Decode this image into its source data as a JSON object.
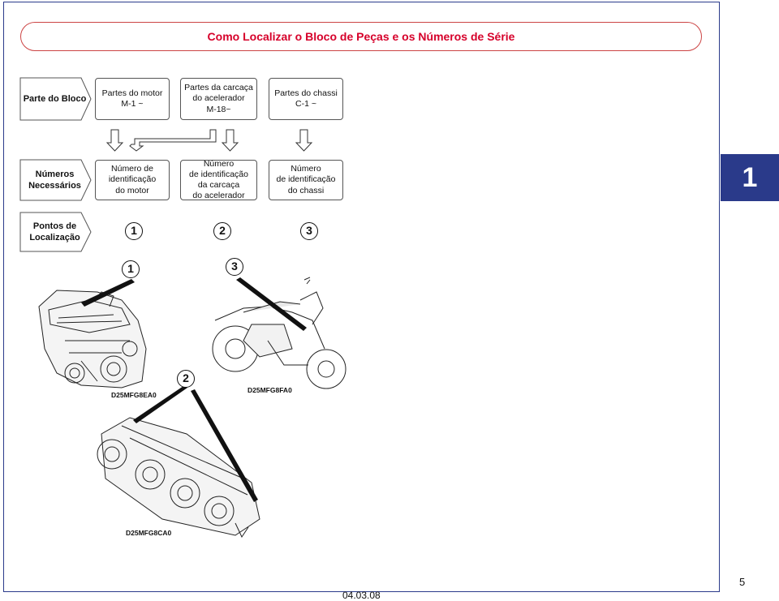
{
  "title": "Como Localizar o Bloco de Peças e os Números de Série",
  "rows": {
    "block": {
      "label": "Parte do Bloco",
      "cells": [
        "Partes do motor\nM-1 ~",
        "Partes da carcaça\ndo acelerador\nM-18~",
        "Partes do chassi\nC-1 ~"
      ]
    },
    "numbers": {
      "label": "Números\nNecessários",
      "cells": [
        "Número de\nidentificação\ndo motor",
        "Número\nde identificação\nda carcaça\ndo acelerador",
        "Número\nde identificação\ndo chassi"
      ]
    },
    "locations": {
      "label": "Pontos de\nLocalização",
      "markers": [
        "1",
        "2",
        "3"
      ]
    }
  },
  "diagram": {
    "engine_code": "D25MFG8EA0",
    "motorcycle_code": "D25MFG8FA0",
    "throttle_code": "D25MFG8CA0",
    "engine_marker": "1",
    "motorcycle_marker": "3",
    "throttle_marker": "2"
  },
  "chapter_tab": "1",
  "footer": {
    "date": "04.03.08",
    "page": "5"
  },
  "colors": {
    "title": "#d6002a",
    "tab": "#2a3a8a",
    "frame": "#2a3a8a"
  }
}
